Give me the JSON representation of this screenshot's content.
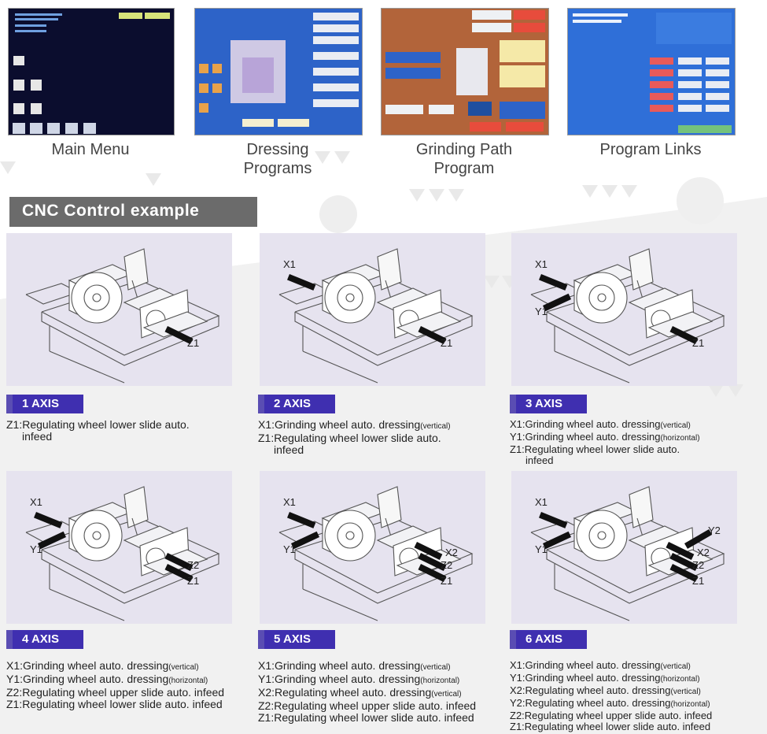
{
  "screens": [
    {
      "caption": "Main Menu"
    },
    {
      "caption": "Dressing\nPrograms"
    },
    {
      "caption": "Grinding Path\nProgram"
    },
    {
      "caption": "Program Links"
    }
  ],
  "section_title": "CNC Control example",
  "examples": [
    {
      "badge": "1 AXIS",
      "callouts": [
        "Z1"
      ],
      "lines": [
        {
          "text": "Z1:Regulating wheel lower slide auto.",
          "note": ""
        },
        {
          "text": "infeed",
          "note": "",
          "indent": true
        }
      ]
    },
    {
      "badge": "2 AXIS",
      "callouts": [
        "X1",
        "Z1"
      ],
      "lines": [
        {
          "text": "X1:Grinding wheel auto. dressing",
          "note": "(vertical)"
        },
        {
          "text": "Z1:Regulating wheel lower slide auto.",
          "note": ""
        },
        {
          "text": "infeed",
          "note": "",
          "indent": true
        }
      ]
    },
    {
      "badge": "3 AXIS",
      "callouts": [
        "X1",
        "Y1",
        "Z1"
      ],
      "lines": [
        {
          "text": "X1:Grinding wheel auto. dressing",
          "note": "(vertical)"
        },
        {
          "text": "Y1:Grinding wheel auto. dressing",
          "note": "(horizontal)"
        },
        {
          "text": "Z1:Regulating wheel lower slide auto.",
          "note": ""
        },
        {
          "text": "infeed",
          "note": "",
          "indent": true
        }
      ]
    },
    {
      "badge": "4 AXIS",
      "callouts": [
        "X1",
        "Y1",
        "Z2",
        "Z1"
      ],
      "lines": [
        {
          "text": "X1:Grinding wheel auto. dressing",
          "note": "(vertical)"
        },
        {
          "text": "Y1:Grinding wheel auto. dressing",
          "note": "(horizontal)"
        },
        {
          "text": "Z2:Regulating wheel upper slide auto. infeed",
          "note": ""
        },
        {
          "text": "Z1:Regulating wheel lower slide auto. infeed",
          "note": ""
        }
      ]
    },
    {
      "badge": "5 AXIS",
      "callouts": [
        "X1",
        "Y1",
        "X2",
        "Z2",
        "Z1"
      ],
      "lines": [
        {
          "text": "X1:Grinding wheel auto. dressing",
          "note": "(vertical)"
        },
        {
          "text": "Y1:Grinding wheel auto. dressing",
          "note": "(horizontal)"
        },
        {
          "text": "X2:Regulating wheel auto. dressing",
          "note": "(vertical)"
        },
        {
          "text": "Z2:Regulating wheel upper slide auto. infeed",
          "note": ""
        },
        {
          "text": "Z1:Regulating wheel lower slide auto. infeed",
          "note": ""
        }
      ]
    },
    {
      "badge": "6 AXIS",
      "callouts": [
        "X1",
        "Y1",
        "Y2",
        "X2",
        "Z2",
        "Z1"
      ],
      "lines": [
        {
          "text": "X1:Grinding wheel auto. dressing",
          "note": "(vertical)"
        },
        {
          "text": "Y1:Grinding wheel auto. dressing",
          "note": "(horizontal)"
        },
        {
          "text": "X2:Regulating wheel auto. dressing",
          "note": "(vertical)"
        },
        {
          "text": "Y2:Regulating wheel auto. dressing",
          "note": "(horizontal)"
        },
        {
          "text": "Z2:Regulating wheel upper slide auto. infeed",
          "note": ""
        },
        {
          "text": "Z1:Regulating wheel lower slide auto. infeed",
          "note": ""
        }
      ]
    }
  ]
}
